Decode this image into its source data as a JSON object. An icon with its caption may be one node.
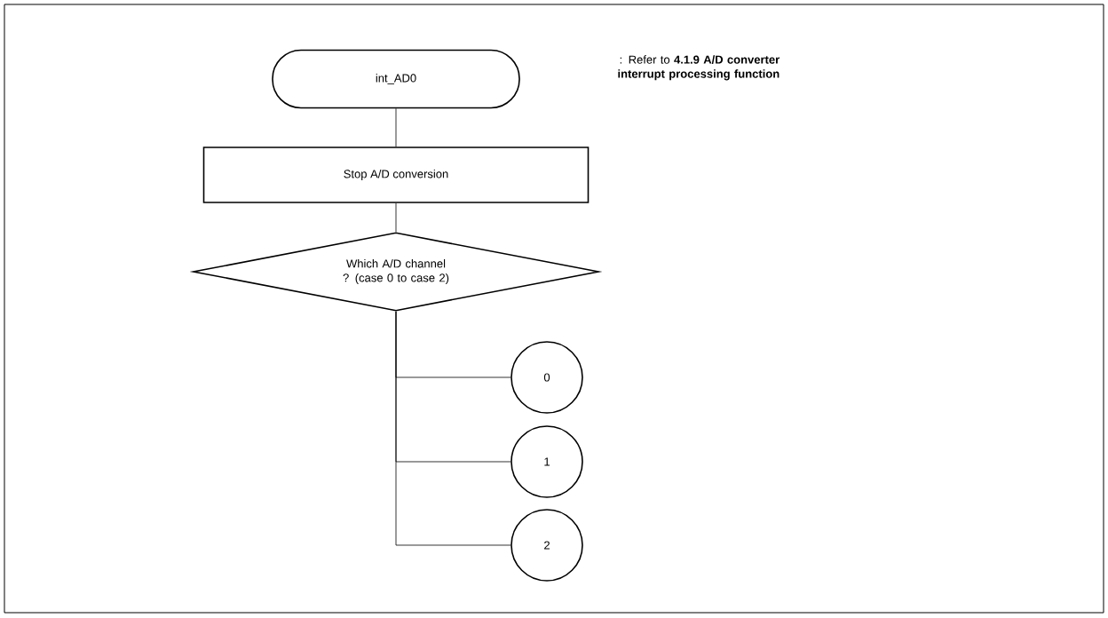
{
  "diagram": {
    "nodes": [
      {
        "text": [
          "int_AD0"
        ]
      },
      {
        "text": [
          "Stop A/D conversion"
        ]
      },
      {
        "text": [
          "Which A/D channel ? (case 0 to case 2)"
        ]
      },
      {
        "text": [
          "0"
        ]
      },
      {
        "text": [
          "1"
        ]
      },
      {
        "text": [
          "2"
        ]
      }
    ],
    "edges": [
      {
        "from": 0,
        "to": 1,
        "arrow": "none"
      },
      {
        "from": 1,
        "to": 2,
        "arrow": "none"
      },
      {
        "from": 2,
        "to": 3,
        "arrow": "none"
      },
      {
        "from": 2,
        "to": 4,
        "arrow": "none"
      },
      {
        "from": 2,
        "to": 5,
        "arrow": "none"
      }
    ],
    "labels": [
      ": Refer to **4.1.9 A/D converter interrupt processing function**"
    ]
  }
}
